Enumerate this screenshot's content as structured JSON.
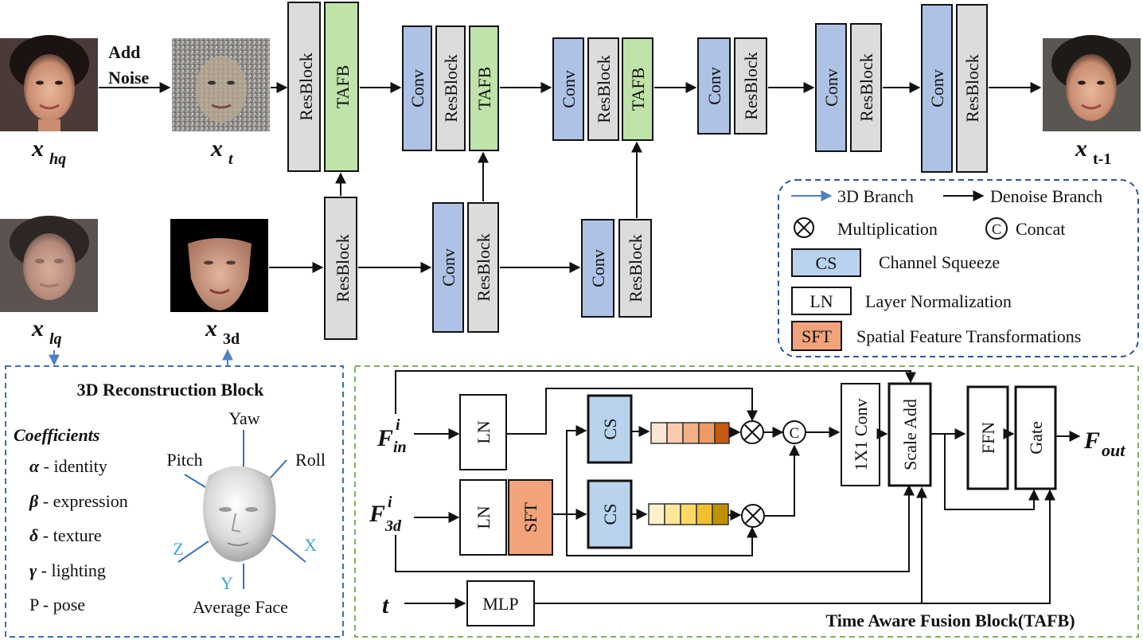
{
  "labels": {
    "add": "Add",
    "noise": "Noise",
    "x_hq": "x",
    "x_hq_sub": "hq",
    "x_t": "x",
    "x_t_sub": "t",
    "x_t1": "x",
    "x_t1_sub": "t-1",
    "x_lq": "x",
    "x_lq_sub": "lq",
    "x_3d": "x",
    "x_3d_sub": "3d"
  },
  "blocks": {
    "resblock": "ResBlock",
    "tafb": "TAFB",
    "conv": "Conv"
  },
  "legend": {
    "branch_3d": "3D Branch",
    "branch_denoise": "Denoise Branch",
    "mult_label": "Multiplication",
    "concat_symbol": "C",
    "concat_label": "Concat",
    "cs_box": "CS",
    "cs_label": "Channel Squeeze",
    "ln_box": "LN",
    "ln_label": "Layer Normalization",
    "sft_box": "SFT",
    "sft_label": "Spatial Feature Transformations"
  },
  "recon": {
    "title": "3D Reconstruction Block",
    "coeff_title": "Coefficients",
    "coefficients": [
      {
        "sym": "α",
        "desc": " - identity"
      },
      {
        "sym": "β",
        "desc": " - expression"
      },
      {
        "sym": "δ",
        "desc": " - texture"
      },
      {
        "sym": "γ",
        "desc": " - lighting"
      },
      {
        "sym": "P",
        "desc": " - pose"
      }
    ],
    "yaw": "Yaw",
    "pitch": "Pitch",
    "roll": "Roll",
    "axis_x": "X",
    "axis_y": "Y",
    "axis_z": "Z",
    "avg_face": "Average Face"
  },
  "tafb": {
    "title": "Time Aware Fusion Block(TAFB)",
    "f_in": "F",
    "f_in_sup": "i",
    "f_in_sub": "in",
    "f_3d": "F",
    "f_3d_sup": "i",
    "f_3d_sub": "3d",
    "t": "t",
    "ln": "LN",
    "sft": "SFT",
    "cs": "CS",
    "mlp": "MLP",
    "conv1x1": "1X1 Conv",
    "scale_add": "Scale Add",
    "ffn": "FFN",
    "gate": "Gate",
    "concat": "C",
    "f_out": "F",
    "f_out_sub": "out"
  },
  "colors": {
    "conv": "#aec2e6",
    "resblock": "#dcdcdc",
    "tafb": "#bfe3a8",
    "cs": "#b9d3ee",
    "sft": "#f2a37a",
    "branch_3d": "#4f7fc4",
    "recon_border": "#3b6fb6",
    "tafb_border": "#7fb35a",
    "legend_border": "#2f5597",
    "orange_scale": [
      "#fbe5d6",
      "#f8cbad",
      "#f4b183",
      "#ee9a66",
      "#c55a11"
    ],
    "yellow_scale": [
      "#fff2cc",
      "#ffe699",
      "#ffd966",
      "#f0c030",
      "#bf9000"
    ]
  }
}
